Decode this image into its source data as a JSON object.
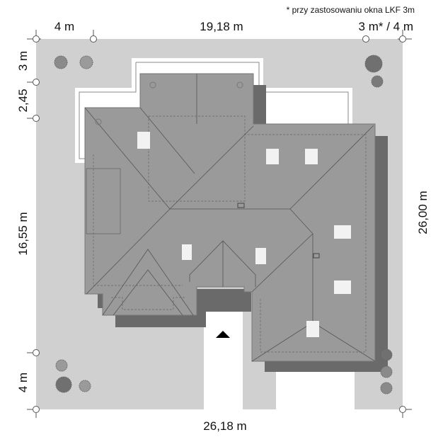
{
  "note": "* przy zastosowaniu okna LKF 3m",
  "dimensions": {
    "top_left": "4 m",
    "top_middle": "19,18 m",
    "top_right": "3 m* / 4 m",
    "left_top": "3 m",
    "left_second": "2,45",
    "left_middle": "16,55 m",
    "left_bottom": "4 m",
    "right": "26,00 m",
    "bottom": "26,18 m"
  },
  "colors": {
    "plot": "#d0d0d0",
    "roof": "#9a9a9a",
    "shadow": "#6a6a6a",
    "window": "#f2f2f2"
  },
  "entrance_icon": "entrance-arrow-icon"
}
